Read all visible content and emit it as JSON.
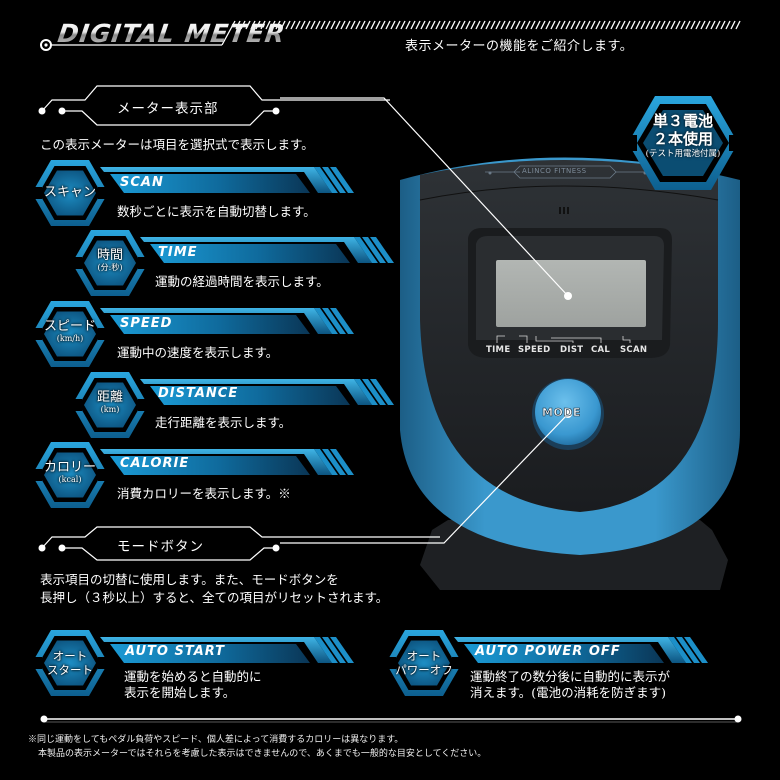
{
  "header": {
    "title": "DIGITAL METER",
    "subtitle": "表示メーターの機能をご紹介します。"
  },
  "display_section": {
    "heading": "メーター表示部",
    "intro": "この表示メーターは項目を選択式で表示します。"
  },
  "features": [
    {
      "hex_main": "スキャン",
      "hex_sub": "",
      "title": "SCAN",
      "description": "数秒ごとに表示を自動切替します。"
    },
    {
      "hex_main": "時間",
      "hex_sub": "(分:秒)",
      "title": "TIME",
      "description": "運動の経過時間を表示します。"
    },
    {
      "hex_main": "スピード",
      "hex_sub": "(km/h)",
      "title": "SPEED",
      "description": "運動中の速度を表示します。"
    },
    {
      "hex_main": "距離",
      "hex_sub": "(km)",
      "title": "DISTANCE",
      "description": "走行距離を表示します。"
    },
    {
      "hex_main": "カロリー",
      "hex_sub": "(kcal)",
      "title": "CALORIE",
      "description": "消費カロリーを表示します。※"
    }
  ],
  "mode_section": {
    "heading": "モードボタン",
    "line1": "表示項目の切替に使用します。また、モードボタンを",
    "line2": "長押し（３秒以上）すると、全ての項目がリセットされます。"
  },
  "auto_features": [
    {
      "hex_line1": "オート",
      "hex_line2": "スタート",
      "title": "AUTO START",
      "line1": "運動を始めると自動的に",
      "line2": "表示を開始します。"
    },
    {
      "hex_line1": "オート",
      "hex_line2": "パワーオフ",
      "title": "AUTO POWER OFF",
      "line1": "運動終了の数分後に自動的に表示が",
      "line2": "消えます。(電池の消耗を防ぎます)"
    }
  ],
  "battery_badge": {
    "line1": "単３電池",
    "line2": "２本使用",
    "line3": "(テスト用電池付属)"
  },
  "device": {
    "brand": "ALINCO FITNESS",
    "lcd_labels": [
      "TIME",
      "SPEED",
      "DIST",
      "CAL",
      "SCAN"
    ],
    "button_label": "MODE"
  },
  "footnote": {
    "line1": "※同じ運動をしてもペダル負荷やスピード、個人差によって消費するカロリーは異なります。",
    "line2": "本製品の表示メーターではそれらを考慮した表示はできませんので、あくまでも一般的な目安としてください。"
  },
  "colors": {
    "background": "#000000",
    "accent_blue": "#1a8fc6",
    "banner_dark": "#0b3b5a",
    "device_blue": "#3a93c6",
    "device_dark": "#26292d",
    "lcd": "#a9adaa"
  }
}
